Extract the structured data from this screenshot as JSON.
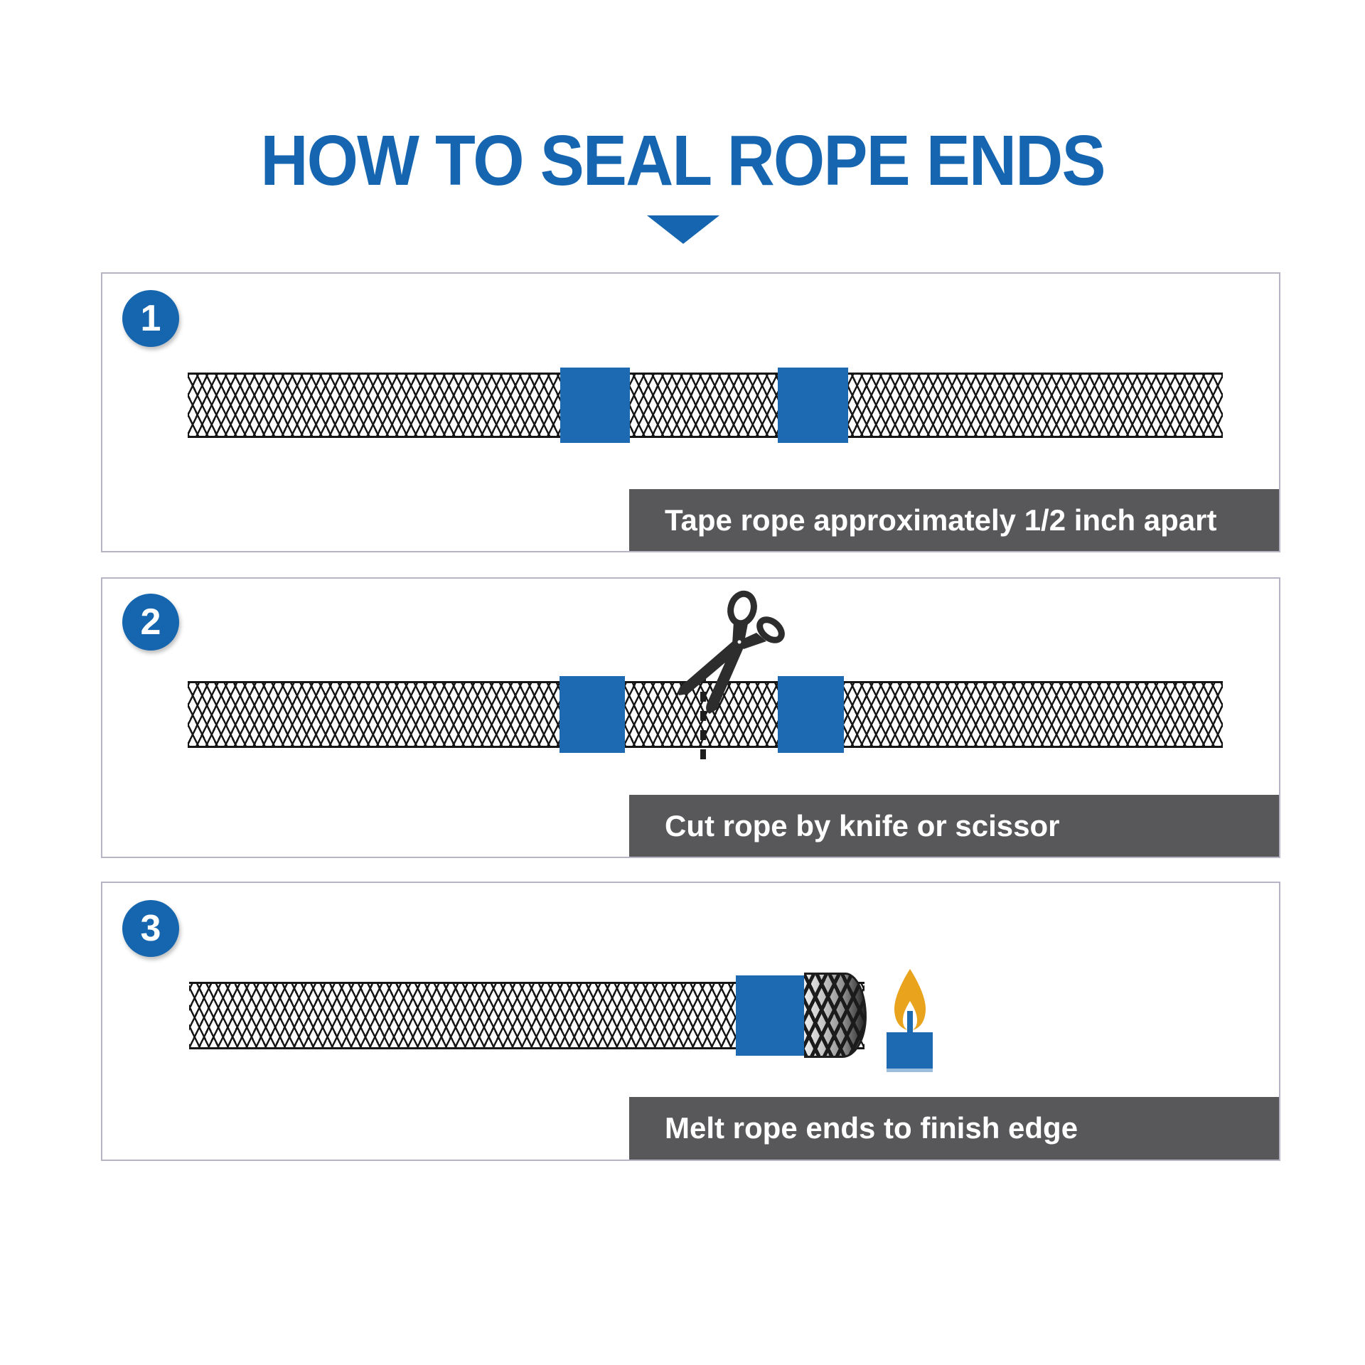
{
  "title": {
    "text": "HOW TO SEAL ROPE ENDS"
  },
  "pointer": {
    "icon": "down-arrow-icon"
  },
  "colors": {
    "title_blue": "#1565b0",
    "accent_blue": "#1d69b2",
    "badge_blue": "#1566ae",
    "caption_bar_gray": "#58585a",
    "caption_text": "#ffffff",
    "panel_border": "#b6b5c5",
    "rope_line_black": "#161616",
    "flame_orange": "#e9a31d"
  },
  "steps": [
    {
      "number": "1",
      "caption": "Tape rope approximately 1/2 inch apart",
      "graphics": [
        "rope-graphic",
        "tape-band",
        "tape-band"
      ]
    },
    {
      "number": "2",
      "caption": "Cut rope by knife or scissor",
      "graphics": [
        "rope-graphic",
        "tape-band",
        "tape-band",
        "scissors-icon",
        "cut-line"
      ]
    },
    {
      "number": "3",
      "caption": "Melt rope ends to finish edge",
      "graphics": [
        "rope-graphic",
        "tape-band",
        "melted-rope-end",
        "flame-icon",
        "lighter-icon"
      ]
    }
  ]
}
